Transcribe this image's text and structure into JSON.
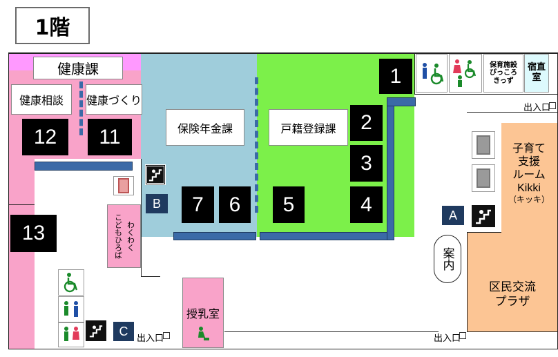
{
  "floor_title": "1階",
  "departments": {
    "kenko_ka": "健康課",
    "kenko_sodan": "健康相談",
    "kenko_zukuri": "健康づくり",
    "hoken_nenkin_ka": "保険年金課",
    "koseki_toroku_ka": "戸籍登録課"
  },
  "rooms": {
    "wakuwaku_line1": "わくわく",
    "wakuwaku_line2": "こどもひろば",
    "jyunyu": "授乳室",
    "annai": "案内",
    "kosodate_line1": "子育て",
    "kosodate_line2": "支援",
    "kosodate_line3": "ルーム",
    "kosodate_line4": "Kikki",
    "kosodate_line5": "（キッキ）",
    "kumin_line1": "区民交流",
    "kumin_line2": "プラザ",
    "hoiku_line1": "保育施設",
    "hoiku_line2": "ぴっころ",
    "hoiku_line3": "きっず",
    "shukuchoku_line1": "宿直",
    "shukuchoku_line2": "室"
  },
  "counters": [
    "1",
    "2",
    "3",
    "4",
    "5",
    "6",
    "7",
    "11",
    "12",
    "13"
  ],
  "markers": [
    "A",
    "B",
    "C"
  ],
  "entrance_label": "出入口",
  "colors": {
    "pink": "#f9a3c9",
    "pink_light": "#ff99ff",
    "blue": "#9fcddb",
    "green": "#7cf04a",
    "orange": "#fcc594",
    "cyan": "#ddfafd"
  }
}
